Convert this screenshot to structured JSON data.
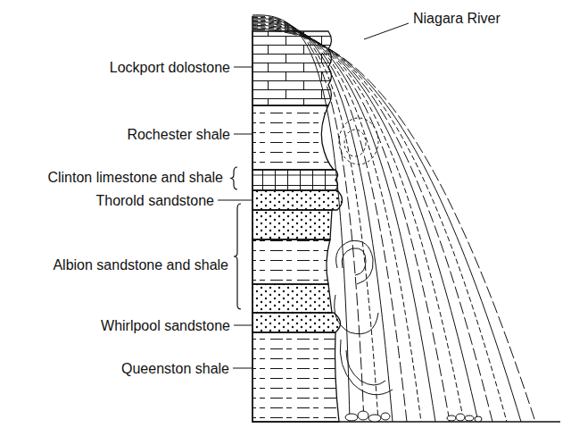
{
  "diagram": {
    "labels": [
      "Niagara River",
      "Lockport dolostone",
      "Rochester shale",
      "Clinton limestone and shale",
      "Thorold sandstone",
      "Albion sandstone and shale",
      "Whirlpool sandstone",
      "Queenston shale"
    ]
  }
}
